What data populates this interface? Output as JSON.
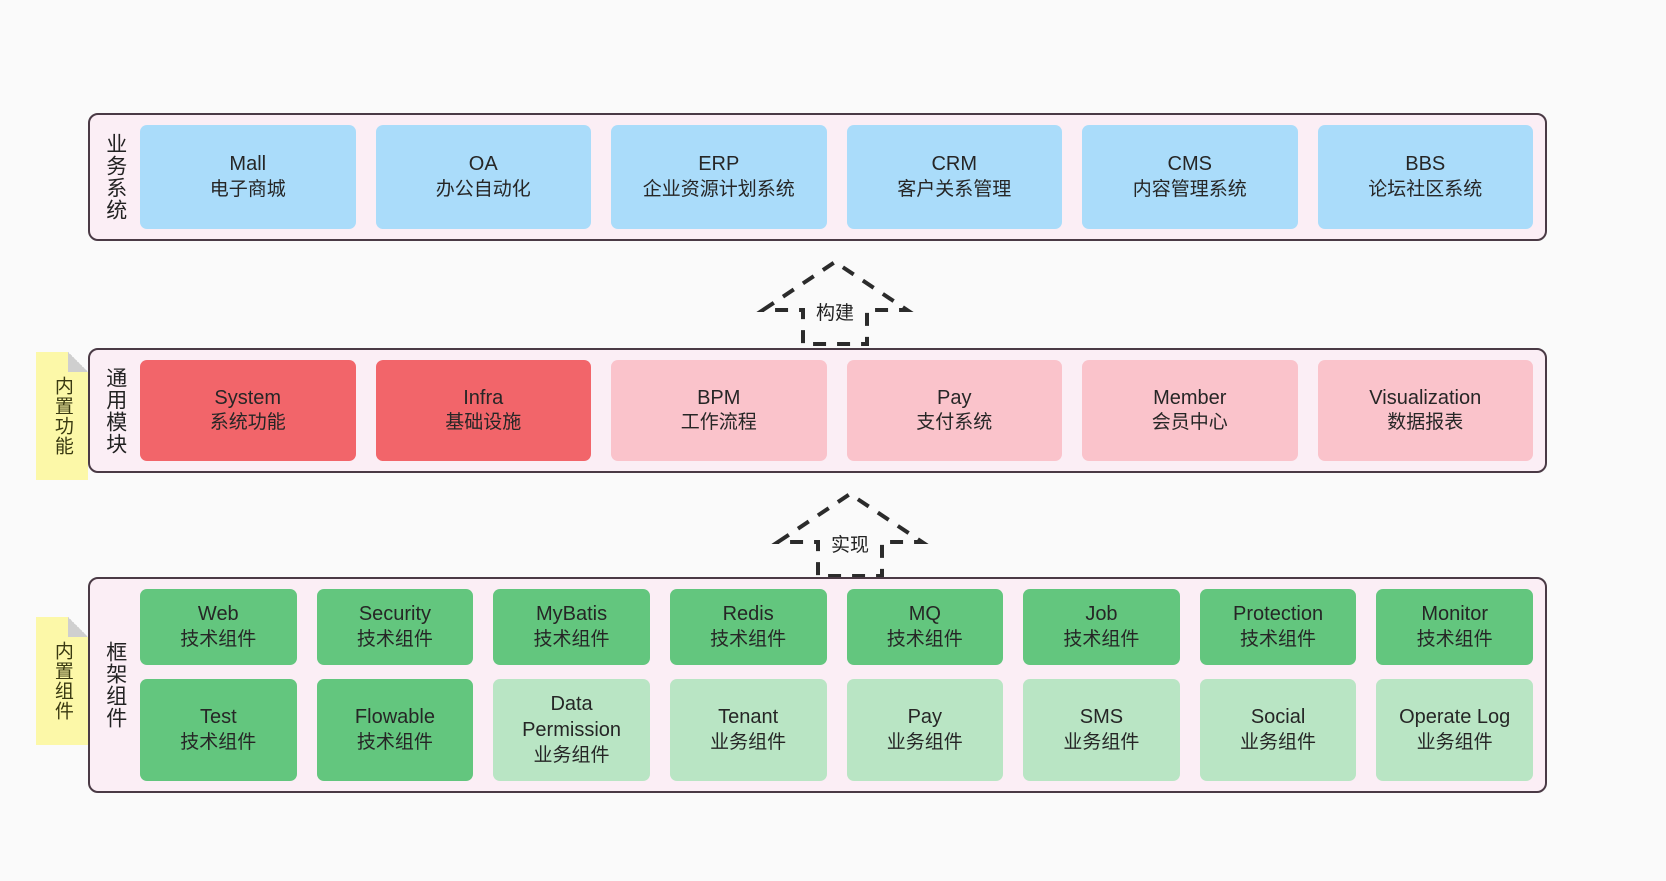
{
  "diagram": {
    "background": "#fafafa",
    "layer_fill": "#fbeef5",
    "layer_border": "#4a3a45",
    "note_fill": "#fcf8a8"
  },
  "layers": [
    {
      "id": "business-system",
      "title": "业务系统",
      "note": null,
      "rows": [
        {
          "cells": [
            {
              "name": "Mall",
              "sub": "电子商城",
              "color": "#aadcfa",
              "style": "c-blue"
            },
            {
              "name": "OA",
              "sub": "办公自动化",
              "color": "#aadcfa",
              "style": "c-blue"
            },
            {
              "name": "ERP",
              "sub": "企业资源计划系统",
              "color": "#aadcfa",
              "style": "c-blue"
            },
            {
              "name": "CRM",
              "sub": "客户关系管理",
              "color": "#aadcfa",
              "style": "c-blue"
            },
            {
              "name": "CMS",
              "sub": "内容管理系统",
              "color": "#aadcfa",
              "style": "c-blue"
            },
            {
              "name": "BBS",
              "sub": "论坛社区系统",
              "color": "#aadcfa",
              "style": "c-blue"
            }
          ]
        }
      ]
    },
    {
      "id": "common-module",
      "title": "通用模块",
      "note": "内置功能",
      "rows": [
        {
          "cells": [
            {
              "name": "System",
              "sub": "系统功能",
              "color": "#f2656a",
              "style": "c-red"
            },
            {
              "name": "Infra",
              "sub": "基础设施",
              "color": "#f2656a",
              "style": "c-red"
            },
            {
              "name": "BPM",
              "sub": "工作流程",
              "color": "#fac3cb",
              "style": "c-pink"
            },
            {
              "name": "Pay",
              "sub": "支付系统",
              "color": "#fac3cb",
              "style": "c-pink"
            },
            {
              "name": "Member",
              "sub": "会员中心",
              "color": "#fac3cb",
              "style": "c-pink"
            },
            {
              "name": "Visualization",
              "sub": "数据报表",
              "color": "#fac3cb",
              "style": "c-pink"
            }
          ]
        }
      ]
    },
    {
      "id": "framework-component",
      "title": "框架组件",
      "note": "内置组件",
      "rows": [
        {
          "cells": [
            {
              "name": "Web",
              "sub": "技术组件",
              "color": "#63c67e",
              "style": "c-green"
            },
            {
              "name": "Security",
              "sub": "技术组件",
              "color": "#63c67e",
              "style": "c-green"
            },
            {
              "name": "MyBatis",
              "sub": "技术组件",
              "color": "#63c67e",
              "style": "c-green"
            },
            {
              "name": "Redis",
              "sub": "技术组件",
              "color": "#63c67e",
              "style": "c-green"
            },
            {
              "name": "MQ",
              "sub": "技术组件",
              "color": "#63c67e",
              "style": "c-green"
            },
            {
              "name": "Job",
              "sub": "技术组件",
              "color": "#63c67e",
              "style": "c-green"
            },
            {
              "name": "Protection",
              "sub": "技术组件",
              "color": "#63c67e",
              "style": "c-green"
            },
            {
              "name": "Monitor",
              "sub": "技术组件",
              "color": "#63c67e",
              "style": "c-green"
            }
          ]
        },
        {
          "cells": [
            {
              "name": "Test",
              "sub": "技术组件",
              "color": "#63c67e",
              "style": "c-green"
            },
            {
              "name": "Flowable",
              "sub": "技术组件",
              "color": "#63c67e",
              "style": "c-green"
            },
            {
              "name": "Data Permission",
              "sub": "业务组件",
              "color": "#b9e5c4",
              "style": "c-greenlight"
            },
            {
              "name": "Tenant",
              "sub": "业务组件",
              "color": "#b9e5c4",
              "style": "c-greenlight"
            },
            {
              "name": "Pay",
              "sub": "业务组件",
              "color": "#b9e5c4",
              "style": "c-greenlight"
            },
            {
              "name": "SMS",
              "sub": "业务组件",
              "color": "#b9e5c4",
              "style": "c-greenlight"
            },
            {
              "name": "Social",
              "sub": "业务组件",
              "color": "#b9e5c4",
              "style": "c-greenlight"
            },
            {
              "name": "Operate Log",
              "sub": "业务组件",
              "color": "#b9e5c4",
              "style": "c-greenlight"
            }
          ]
        }
      ]
    }
  ],
  "arrows": [
    {
      "id": "build",
      "label": "构建",
      "from": "common-module",
      "to": "business-system",
      "style": "dashed-hollow-up"
    },
    {
      "id": "implement",
      "label": "实现",
      "from": "framework-component",
      "to": "common-module",
      "style": "dashed-hollow-up"
    }
  ]
}
